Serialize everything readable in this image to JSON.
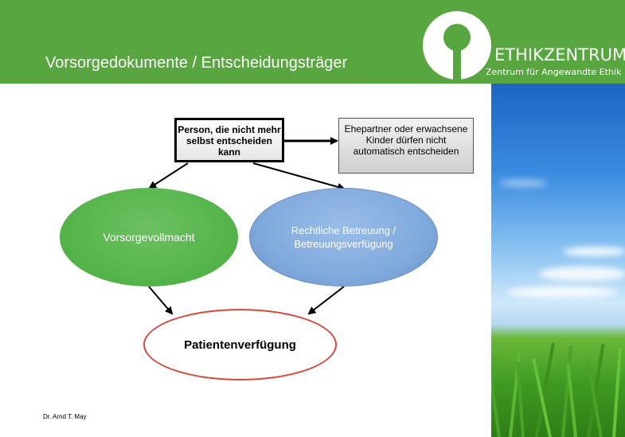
{
  "header": {
    "title": "Vorsorgedokumente / Entscheidungsträger",
    "brand_name": "ETHIKZENTRUM.de",
    "brand_tagline": "Zentrum für Angewandte Ethik"
  },
  "diagram": {
    "person_box": "Person, die nicht mehr selbst entscheiden kann",
    "spouse_box": "Ehepartner oder erwachsene Kinder dürfen nicht automatisch entscheiden",
    "node_left": "Vorsorgevollmacht",
    "node_right": "Rechtliche Betreuung / Betreuungsverfügung",
    "node_bottom": "Patientenverfügung"
  },
  "footer": {
    "author": "Dr. Arnd T. May"
  },
  "colors": {
    "header_green": "#58a63f",
    "ellipse_green": "#52b348",
    "ellipse_blue": "#7ea8dc",
    "ellipse_red_border": "#d9463a"
  }
}
